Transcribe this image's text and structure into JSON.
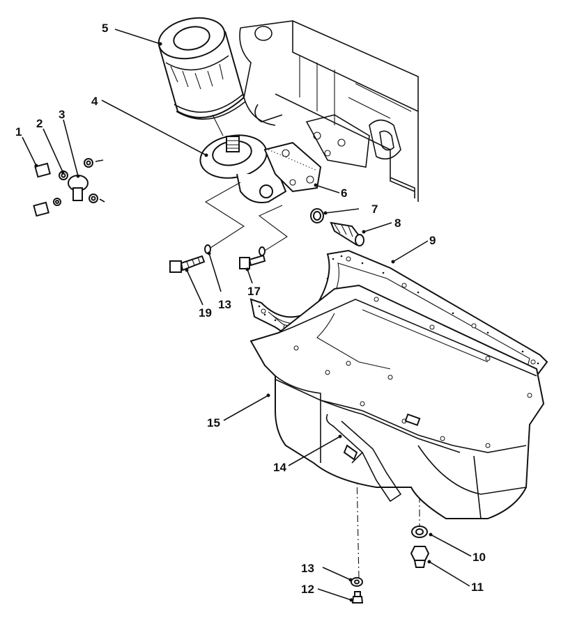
{
  "callouts": [
    {
      "id": "c1",
      "label": "1"
    },
    {
      "id": "c2",
      "label": "2"
    },
    {
      "id": "c3",
      "label": "3"
    },
    {
      "id": "c4",
      "label": "4"
    },
    {
      "id": "c5",
      "label": "5"
    },
    {
      "id": "c6",
      "label": "6"
    },
    {
      "id": "c7",
      "label": "7"
    },
    {
      "id": "c8",
      "label": "8"
    },
    {
      "id": "c9",
      "label": "9"
    },
    {
      "id": "c10",
      "label": "10"
    },
    {
      "id": "c11",
      "label": "11"
    },
    {
      "id": "c12",
      "label": "12"
    },
    {
      "id": "c13a",
      "label": "13"
    },
    {
      "id": "c13b",
      "label": "13"
    },
    {
      "id": "c14",
      "label": "14"
    },
    {
      "id": "c15",
      "label": "15"
    },
    {
      "id": "c17",
      "label": "17"
    },
    {
      "id": "c19",
      "label": "19"
    }
  ]
}
